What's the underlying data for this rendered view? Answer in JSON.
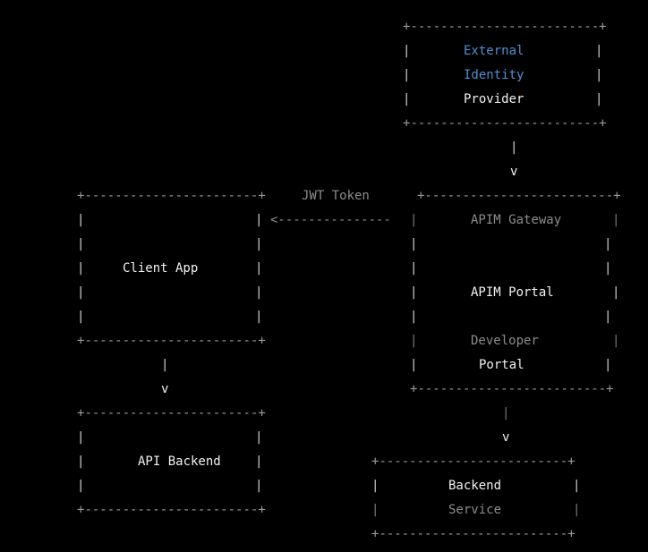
{
  "colors": {
    "background": "#000000",
    "text": "#f2f2f2",
    "muted": "#8c8c8c",
    "accent": "#4f8fd4"
  },
  "idp": {
    "line1": "External",
    "line2": "Identity",
    "line3": "Provider"
  },
  "edges": {
    "idp_to_gateway": {
      "bar": "|",
      "arrow": "v"
    },
    "jwt": {
      "label": "JWT Token",
      "arrow": "<---------------"
    },
    "client_to_api": {
      "bar": "|",
      "arrow": "v"
    },
    "apim_to_backend": {
      "bar": "|",
      "arrow": "v"
    }
  },
  "client": {
    "label": "Client App"
  },
  "apim": {
    "gateway": "APIM Gateway",
    "portal": "APIM Portal",
    "developer": "Developer",
    "developer_portal": "Portal"
  },
  "api_backend": {
    "label": "API Backend"
  },
  "backend_service": {
    "line1": "Backend",
    "line2": "Service"
  },
  "ascii": {
    "corner": "+",
    "bar": "|",
    "rule_idp": "-------------------------",
    "rule_client": "-----------------------",
    "rule_apim": "-------------------------",
    "rule_apim_bottom": "-------------------------",
    "rule_api": "-----------------------",
    "rule_backend": "-------------------------"
  }
}
